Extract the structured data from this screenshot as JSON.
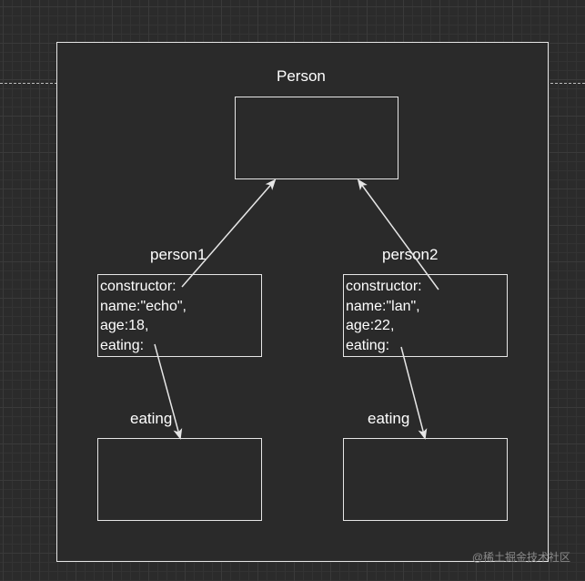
{
  "diagram": {
    "container_label": "Person",
    "objects": [
      {
        "label": "person1",
        "lines": [
          "constructor:",
          "name:\"echo\",",
          "age:18,",
          "eating:"
        ],
        "method_label": "eating"
      },
      {
        "label": "person2",
        "lines": [
          "constructor:",
          "name:\"lan\",",
          "age:22,",
          "eating:"
        ],
        "method_label": "eating"
      }
    ]
  },
  "watermark": "@稀土掘金技术社区",
  "colors": {
    "background": "#2b2b2b",
    "stroke": "#e6e6e6",
    "text": "#ffffff"
  }
}
